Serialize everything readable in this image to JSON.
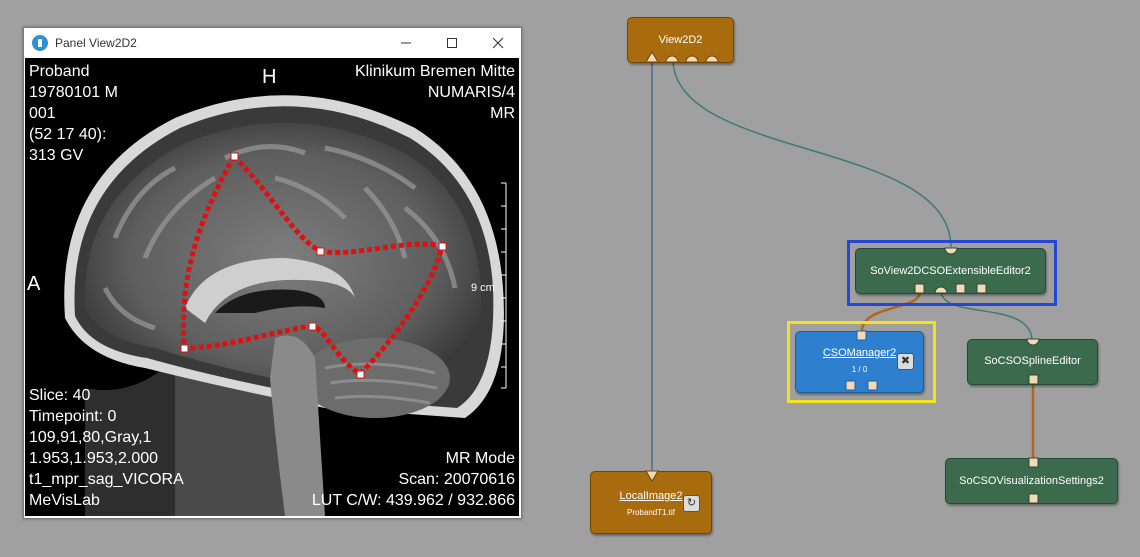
{
  "window": {
    "title": "Panel View2D2",
    "icons": [
      "minimize-icon",
      "maximize-icon",
      "close-icon"
    ]
  },
  "viewer": {
    "top_left": [
      "Proband",
      "19780101  M",
      "001",
      "(52 17 40):",
      "313 GV"
    ],
    "top_right": [
      "Klinikum Bremen Mitte",
      "NUMARIS/4",
      "MR"
    ],
    "bottom_left": [
      "Slice: 40",
      "Timepoint: 0",
      "109,91,80,Gray,1",
      "1.953,1.953,2.000",
      "t1_mpr_sag_VICORA",
      "MeVisLab"
    ],
    "bottom_right": [
      "MR Mode",
      "Scan: 20070616",
      "LUT C/W: 439.962 / 932.866"
    ],
    "orientation_top": "H",
    "orientation_left": "A",
    "scale_label": "9 cm",
    "contour_color": "#e01010"
  },
  "network": {
    "view2d": {
      "label": "View2D2"
    },
    "editor": {
      "label": "SoView2DCSOExtensibleEditor2"
    },
    "cso_manager": {
      "label": "CSOManager2",
      "sub": "1 / 0"
    },
    "spline_editor": {
      "label": "SoCSOSplineEditor"
    },
    "vis_settings": {
      "label": "SoCSOVisualizationSettings2"
    },
    "local_image": {
      "label": "LocalImage2",
      "sub": "ProbandT1.tif"
    },
    "colors": {
      "selection_blue": "#2346d6",
      "selection_yellow": "#f3e31c",
      "image_connection": "#4a6a8a",
      "scene_connection": "#3f7a72",
      "cso_connection": "#b5651d"
    }
  }
}
